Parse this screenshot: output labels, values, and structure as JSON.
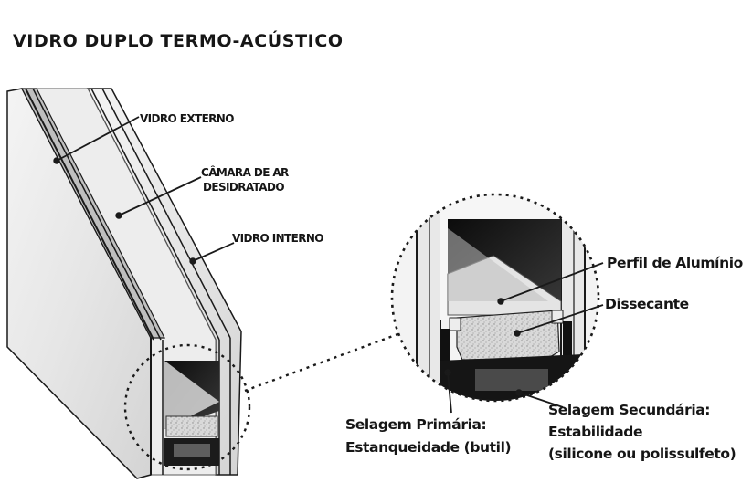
{
  "title": "VIDRO DUPLO TERMO-ACÚSTICO",
  "labels": {
    "vidro_externo": "VIDRO EXTERNO",
    "camara_line1": "CÂMARA DE AR",
    "camara_line2": "DESIDRATADO",
    "vidro_interno": "VIDRO INTERNO",
    "perfil": "Perfil de Alumínio",
    "dissecante": "Dissecante",
    "selagem_secundaria_line1": "Selagem Secundária:",
    "selagem_secundaria_line2": "Estabilidade",
    "selagem_secundaria_line3": "(silicone ou polissulfeto)",
    "selagem_primaria_line1": "Selagem Primária:",
    "selagem_primaria_line2": "Estanqueidade (butil)"
  }
}
